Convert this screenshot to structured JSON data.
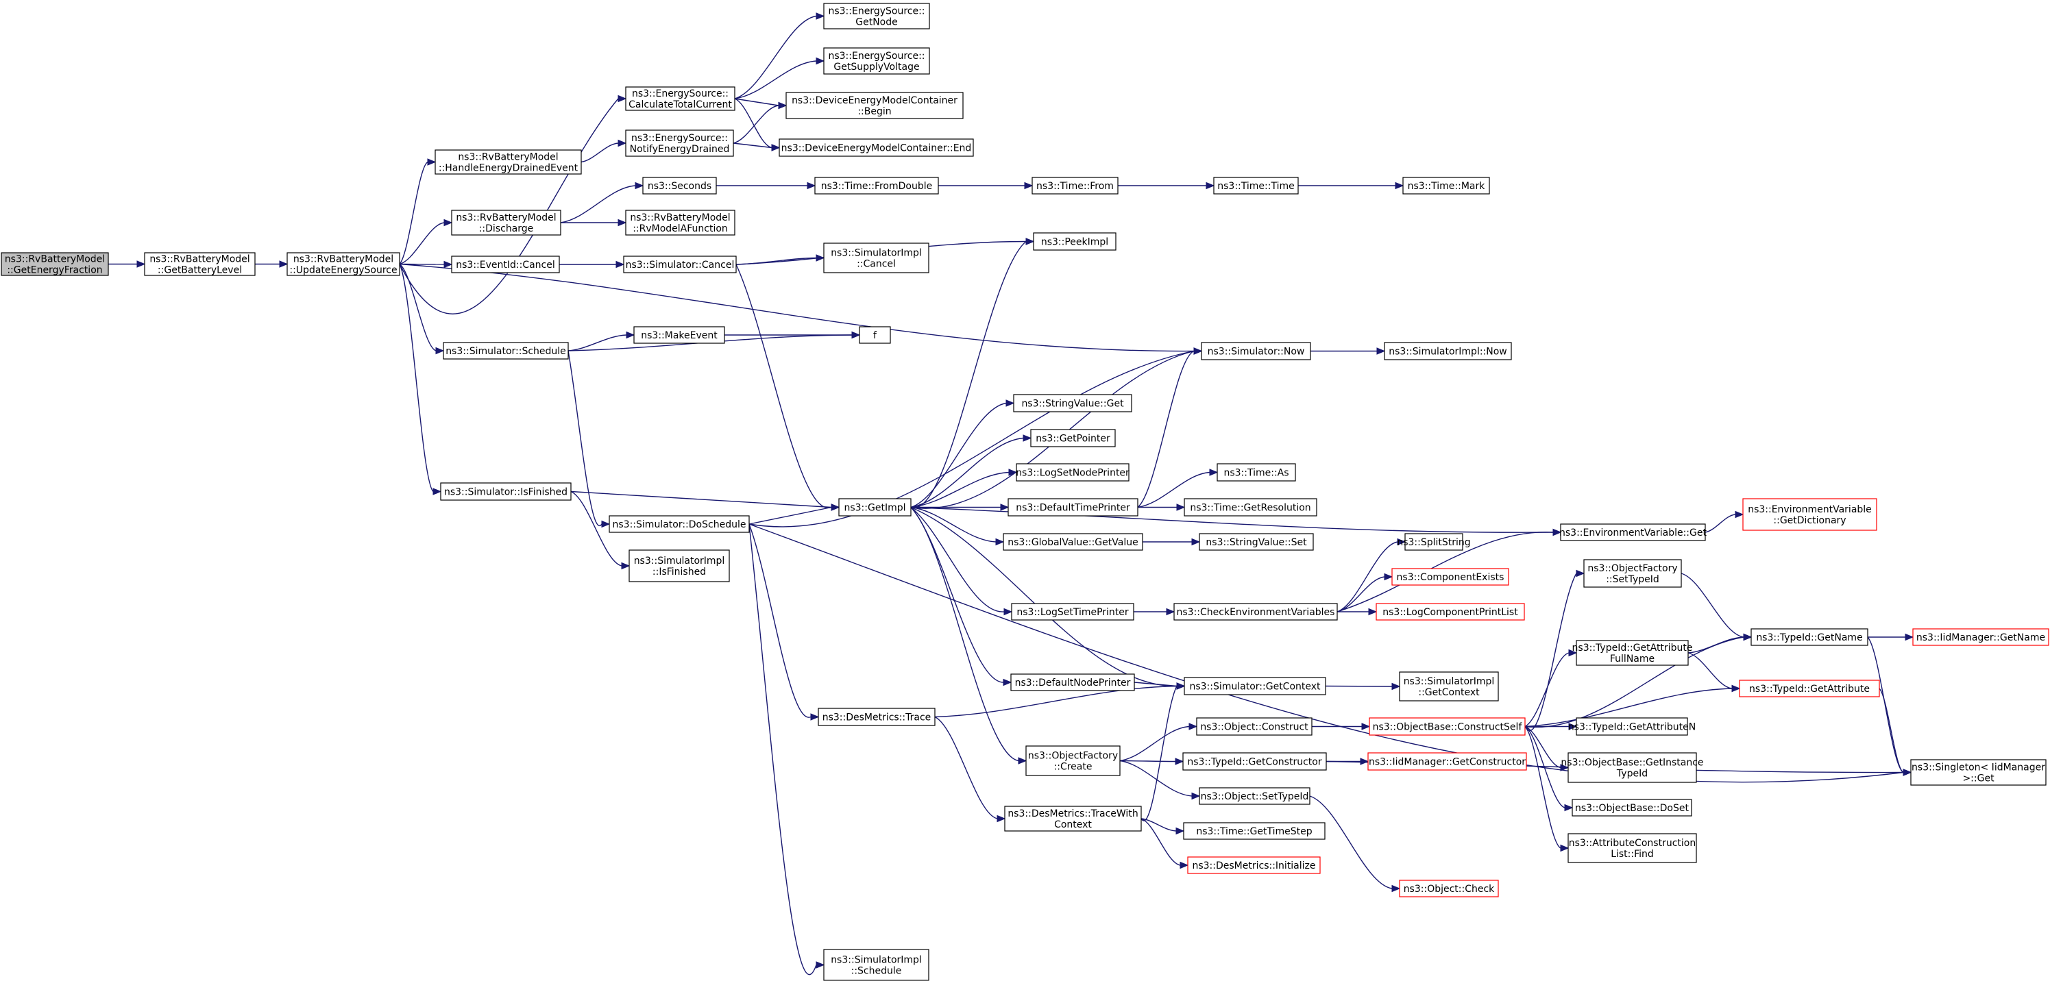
{
  "colors": {
    "edge": "#191970",
    "root_fill": "#bfbfbf",
    "red_border": "#ff0000"
  },
  "nodes": {
    "n0": [
      "ns3::RvBatteryModel",
      "::GetEnergyFraction"
    ],
    "n1": [
      "ns3::RvBatteryModel",
      "::GetBatteryLevel"
    ],
    "n2": [
      "ns3::RvBatteryModel",
      "::UpdateEnergySource"
    ],
    "n3": [
      "ns3::EnergySource::",
      "CalculateTotalCurrent"
    ],
    "n4": [
      "ns3::RvBatteryModel",
      "::HandleEnergyDrainedEvent"
    ],
    "n5": [
      "ns3::RvBatteryModel",
      "::Discharge"
    ],
    "n6": [
      "ns3::EventId::Cancel"
    ],
    "n7": [
      "ns3::Simulator::Schedule"
    ],
    "n8": [
      "ns3::Simulator::IsFinished"
    ],
    "n9": [
      "ns3::EnergySource::",
      "GetNode"
    ],
    "n10": [
      "ns3::EnergySource::",
      "GetSupplyVoltage"
    ],
    "n11": [
      "ns3::DeviceEnergyModelContainer",
      "::Begin"
    ],
    "n12": [
      "ns3::EnergySource::",
      "NotifyEnergyDrained"
    ],
    "n13": [
      "ns3::DeviceEnergyModelContainer::End"
    ],
    "n14": [
      "ns3::Seconds"
    ],
    "n15": [
      "ns3::RvBatteryModel",
      "::RvModelAFunction"
    ],
    "n16": [
      "ns3::Time::FromDouble"
    ],
    "n17": [
      "ns3::Time::From"
    ],
    "n18": [
      "ns3::Time::Time"
    ],
    "n19": [
      "ns3::Time::Mark"
    ],
    "n20": [
      "ns3::PeekImpl"
    ],
    "n21": [
      "ns3::Simulator::Cancel"
    ],
    "n22": [
      "ns3::SimulatorImpl",
      "::Cancel"
    ],
    "n23": [
      "ns3::MakeEvent"
    ],
    "n24": [
      "f"
    ],
    "n25": [
      "ns3::Simulator::Now"
    ],
    "n26": [
      "ns3::SimulatorImpl::Now"
    ],
    "n27": [
      "ns3::StringValue::Get"
    ],
    "n28": [
      "ns3::GetPointer"
    ],
    "n29": [
      "ns3::LogSetNodePrinter"
    ],
    "n30": [
      "ns3::GetImpl"
    ],
    "n31": [
      "ns3::DefaultTimePrinter"
    ],
    "n32": [
      "ns3::Time::As"
    ],
    "n33": [
      "ns3::Time::GetResolution"
    ],
    "n34": [
      "ns3::Simulator::DoSchedule"
    ],
    "n35": [
      "ns3::SimulatorImpl",
      "::IsFinished"
    ],
    "n36": [
      "ns3::GlobalValue::GetValue"
    ],
    "n37": [
      "ns3::StringValue::Set"
    ],
    "n38": [
      "ns3::EnvironmentVariable",
      "::GetDictionary"
    ],
    "n39": [
      "ns3::EnvironmentVariable::Get"
    ],
    "n40": [
      "ns3::SplitString"
    ],
    "n41": [
      "ns3::ObjectFactory",
      "::SetTypeId"
    ],
    "n42": [
      "ns3::ComponentExists"
    ],
    "n43": [
      "ns3::LogSetTimePrinter"
    ],
    "n44": [
      "ns3::CheckEnvironmentVariables"
    ],
    "n45": [
      "ns3::LogComponentPrintList"
    ],
    "n46": [
      "ns3::TypeId::GetName"
    ],
    "n47": [
      "ns3::IidManager::GetName"
    ],
    "n48": [
      "ns3::TypeId::GetAttribute",
      "FullName"
    ],
    "n49": [
      "ns3::DefaultNodePrinter"
    ],
    "n50": [
      "ns3::Simulator::GetContext"
    ],
    "n51": [
      "ns3::SimulatorImpl",
      "::GetContext"
    ],
    "n52": [
      "ns3::TypeId::GetAttribute"
    ],
    "n53": [
      "ns3::DesMetrics::Trace"
    ],
    "n54": [
      "ns3::Object::Construct"
    ],
    "n55": [
      "ns3::ObjectBase::ConstructSelf"
    ],
    "n56": [
      "ns3::TypeId::GetAttributeN"
    ],
    "n57": [
      "ns3::ObjectFactory",
      "::Create"
    ],
    "n58": [
      "ns3::TypeId::GetConstructor"
    ],
    "n59": [
      "ns3::IidManager::GetConstructor"
    ],
    "n60": [
      "ns3::ObjectBase::GetInstance",
      "TypeId"
    ],
    "n61": [
      "ns3::Singleton< IidManager",
      " >::Get"
    ],
    "n62": [
      "ns3::Object::SetTypeId"
    ],
    "n63": [
      "ns3::ObjectBase::DoSet"
    ],
    "n64": [
      "ns3::DesMetrics::TraceWith",
      "Context"
    ],
    "n65": [
      "ns3::Time::GetTimeStep"
    ],
    "n66": [
      "ns3::AttributeConstruction",
      "List::Find"
    ],
    "n67": [
      "ns3::DesMetrics::Initialize"
    ],
    "n68": [
      "ns3::Object::Check"
    ],
    "n69": [
      "ns3::SimulatorImpl",
      "::Schedule"
    ]
  }
}
